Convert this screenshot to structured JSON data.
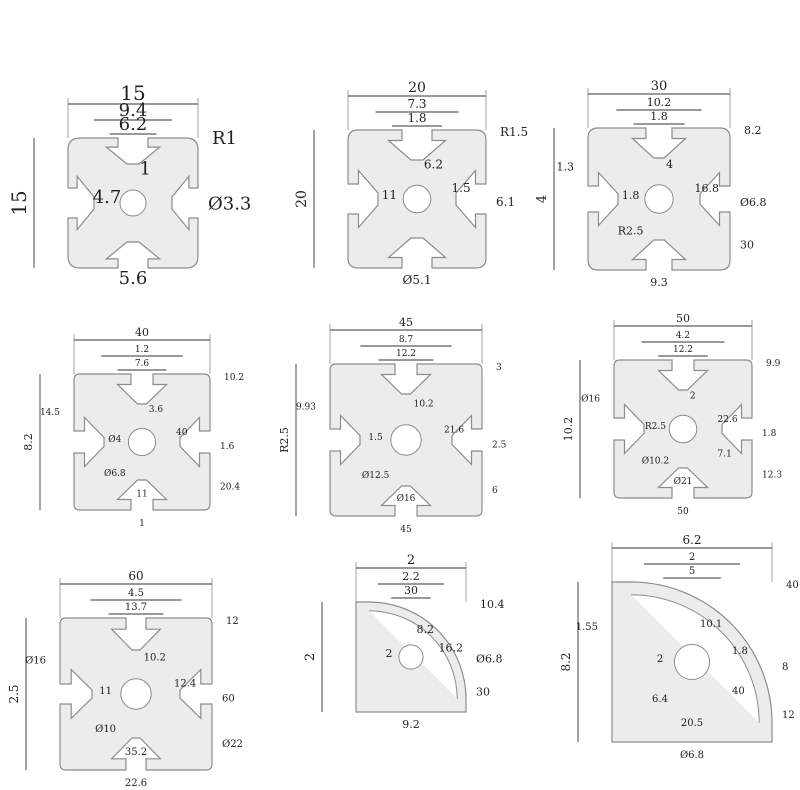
{
  "colors": {
    "profile_fill": "#ececec",
    "profile_stroke": "#8c8c8c",
    "line": "#333333",
    "text": "#222222"
  },
  "profiles": [
    {
      "id": "p1515",
      "labels": [
        "15",
        "9.4",
        "6.2",
        "R1",
        "1",
        "15",
        "4.7",
        "Ø3.3",
        "5.6"
      ]
    },
    {
      "id": "p2020",
      "labels": [
        "20",
        "7.3",
        "1.8",
        "R1.5",
        "6.2",
        "20",
        "11",
        "6.1",
        "Ø5.1",
        "1.5"
      ]
    },
    {
      "id": "p3030",
      "labels": [
        "30",
        "10.2",
        "1.8",
        "8.2",
        "4",
        "4",
        "1.8",
        "Ø6.8",
        "9.3",
        "16.8",
        "30",
        "1.3",
        "R2.5"
      ]
    },
    {
      "id": "p4040",
      "labels": [
        "40",
        "1.2",
        "7.6",
        "10.2",
        "3.6",
        "8.2",
        "Ø4",
        "1.6",
        "1",
        "40",
        "20.4",
        "14.5",
        "Ø6.8",
        "11"
      ]
    },
    {
      "id": "p4545",
      "labels": [
        "45",
        "8.7",
        "12.2",
        "3",
        "10.2",
        "R2.5",
        "1.5",
        "2.5",
        "45",
        "21.6",
        "6",
        "9.93",
        "Ø12.5",
        "Ø16"
      ]
    },
    {
      "id": "p5050",
      "labels": [
        "50",
        "4.2",
        "12.2",
        "9.9",
        "2",
        "10.2",
        "R2.5",
        "1.8",
        "50",
        "22.6",
        "12.3",
        "Ø16",
        "Ø10.2",
        "Ø21",
        "7.1"
      ]
    },
    {
      "id": "p6060",
      "labels": [
        "60",
        "4.5",
        "13.7",
        "12",
        "10.2",
        "2.5",
        "11",
        "60",
        "22.6",
        "12.4",
        "Ø22",
        "Ø16",
        "Ø10",
        "35.2"
      ]
    },
    {
      "id": "p3030r",
      "labels": [
        "2",
        "2.2",
        "30",
        "10.4",
        "8.2",
        "2",
        "2",
        "Ø6.8",
        "9.2",
        "16.2",
        "30"
      ]
    },
    {
      "id": "p4040r",
      "labels": [
        "6.2",
        "2",
        "5",
        "40",
        "10.1",
        "8.2",
        "2",
        "8",
        "Ø6.8",
        "1.8",
        "12",
        "1.55",
        "6.4",
        "20.5",
        "40"
      ]
    }
  ]
}
